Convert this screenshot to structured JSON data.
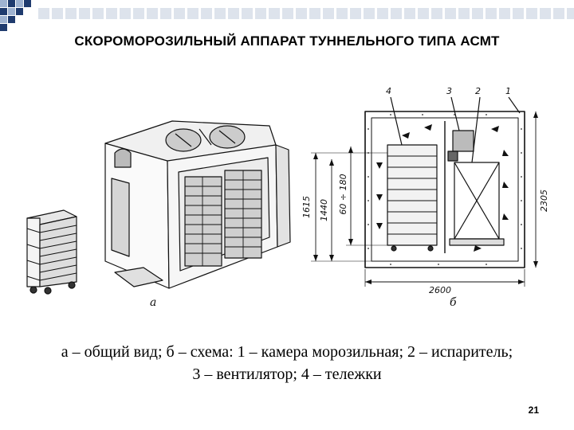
{
  "slide": {
    "title": "СКОРОМОРОЗИЛЬНЫЙ АППАРАТ ТУННЕЛЬНОГО ТИПА АСМТ",
    "page_number": "21",
    "caption_line1": "а – общий вид; б – схема: 1 – камера морозильная; 2 – испаритель;",
    "caption_line2": "3 – вентилятор; 4 – тележки"
  },
  "figure": {
    "label_a": "а",
    "label_b": "б",
    "callouts": [
      "4",
      "3",
      "2",
      "1"
    ],
    "dimensions": {
      "width": "2600",
      "height_total": "2305",
      "height_outer": "1615",
      "height_inner": "1440",
      "gap_range": "60 ÷ 180"
    }
  },
  "colors": {
    "checker_dark": "#1f3b6e",
    "checker_light": "#9fb3d1",
    "band": "#dde3ec"
  }
}
